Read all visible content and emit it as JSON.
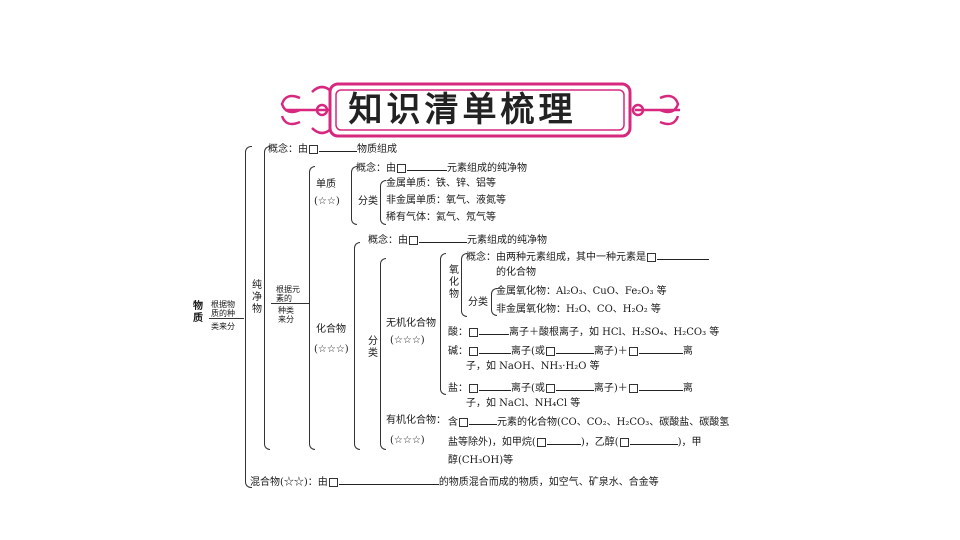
{
  "banner": {
    "title": "知识清单梳理"
  },
  "root": {
    "label": "物质",
    "criterion_top": "根据物质的种",
    "criterion_bottom": "类来分"
  },
  "pure": {
    "label": "纯净物",
    "concept_prefix": "概念：由",
    "concept_suffix": "物质组成",
    "split_top": "根据元素的",
    "split_bottom": "种类来分"
  },
  "element": {
    "label": "单质",
    "stars": "(☆☆)",
    "concept_prefix": "概念：由",
    "concept_suffix": "元素组成的纯净物",
    "classify": "分类",
    "items": [
      "金属单质：铁、锌、铝等",
      "非金属单质：氧气、液氮等",
      "稀有气体：氦气、氖气等"
    ]
  },
  "compound": {
    "label": "化合物",
    "stars": "(☆☆☆)",
    "concept_prefix": "概念：由",
    "concept_suffix": "元素组成的纯净物",
    "classify": "分类"
  },
  "inorganic": {
    "label": "无机化合物",
    "stars": "(☆☆☆)",
    "oxide_label": "氧化物",
    "oxide_concept_a": "概念：由两种元素组成，其中一种元素是",
    "oxide_concept_b": "的化合物",
    "oxide_classify": "分类",
    "metal_oxide": "金属氧化物：Al₂O₃、CuO、Fe₂O₃ 等",
    "nonmetal_oxide": "非金属氧化物：H₂O、CO、H₂O₂ 等",
    "acid_a": "酸：",
    "acid_b": "离子＋酸根离子，如 HCl、H₂SO₄、H₂CO₃ 等",
    "base_a": "碱：",
    "base_b": "离子(或",
    "base_c": "离子)＋",
    "base_d": "离",
    "base_e": "子，如 NaOH、NH₃·H₂O 等",
    "salt_a": "盐：",
    "salt_b": "离子(或",
    "salt_c": "离子)＋",
    "salt_d": "离",
    "salt_e": "子，如 NaCl、NH₄Cl 等"
  },
  "organic": {
    "label": "有机化合物：",
    "stars": "(☆☆☆)",
    "line1_a": "含",
    "line1_b": "元素的化合物(CO、CO₂、H₂CO₃、碳酸盐、碳酸氢",
    "line2_a": "盐等除外)，如甲烷(",
    "line2_b": ")，乙醇(",
    "line2_c": ")，甲",
    "line3": "醇(CH₃OH)等"
  },
  "mixture": {
    "label": "混合物(☆☆)：由",
    "suffix": "的物质混合而成的物质，如空气、矿泉水、合金等"
  },
  "colors": {
    "banner_pink": "#d6287e",
    "line": "#333333"
  }
}
